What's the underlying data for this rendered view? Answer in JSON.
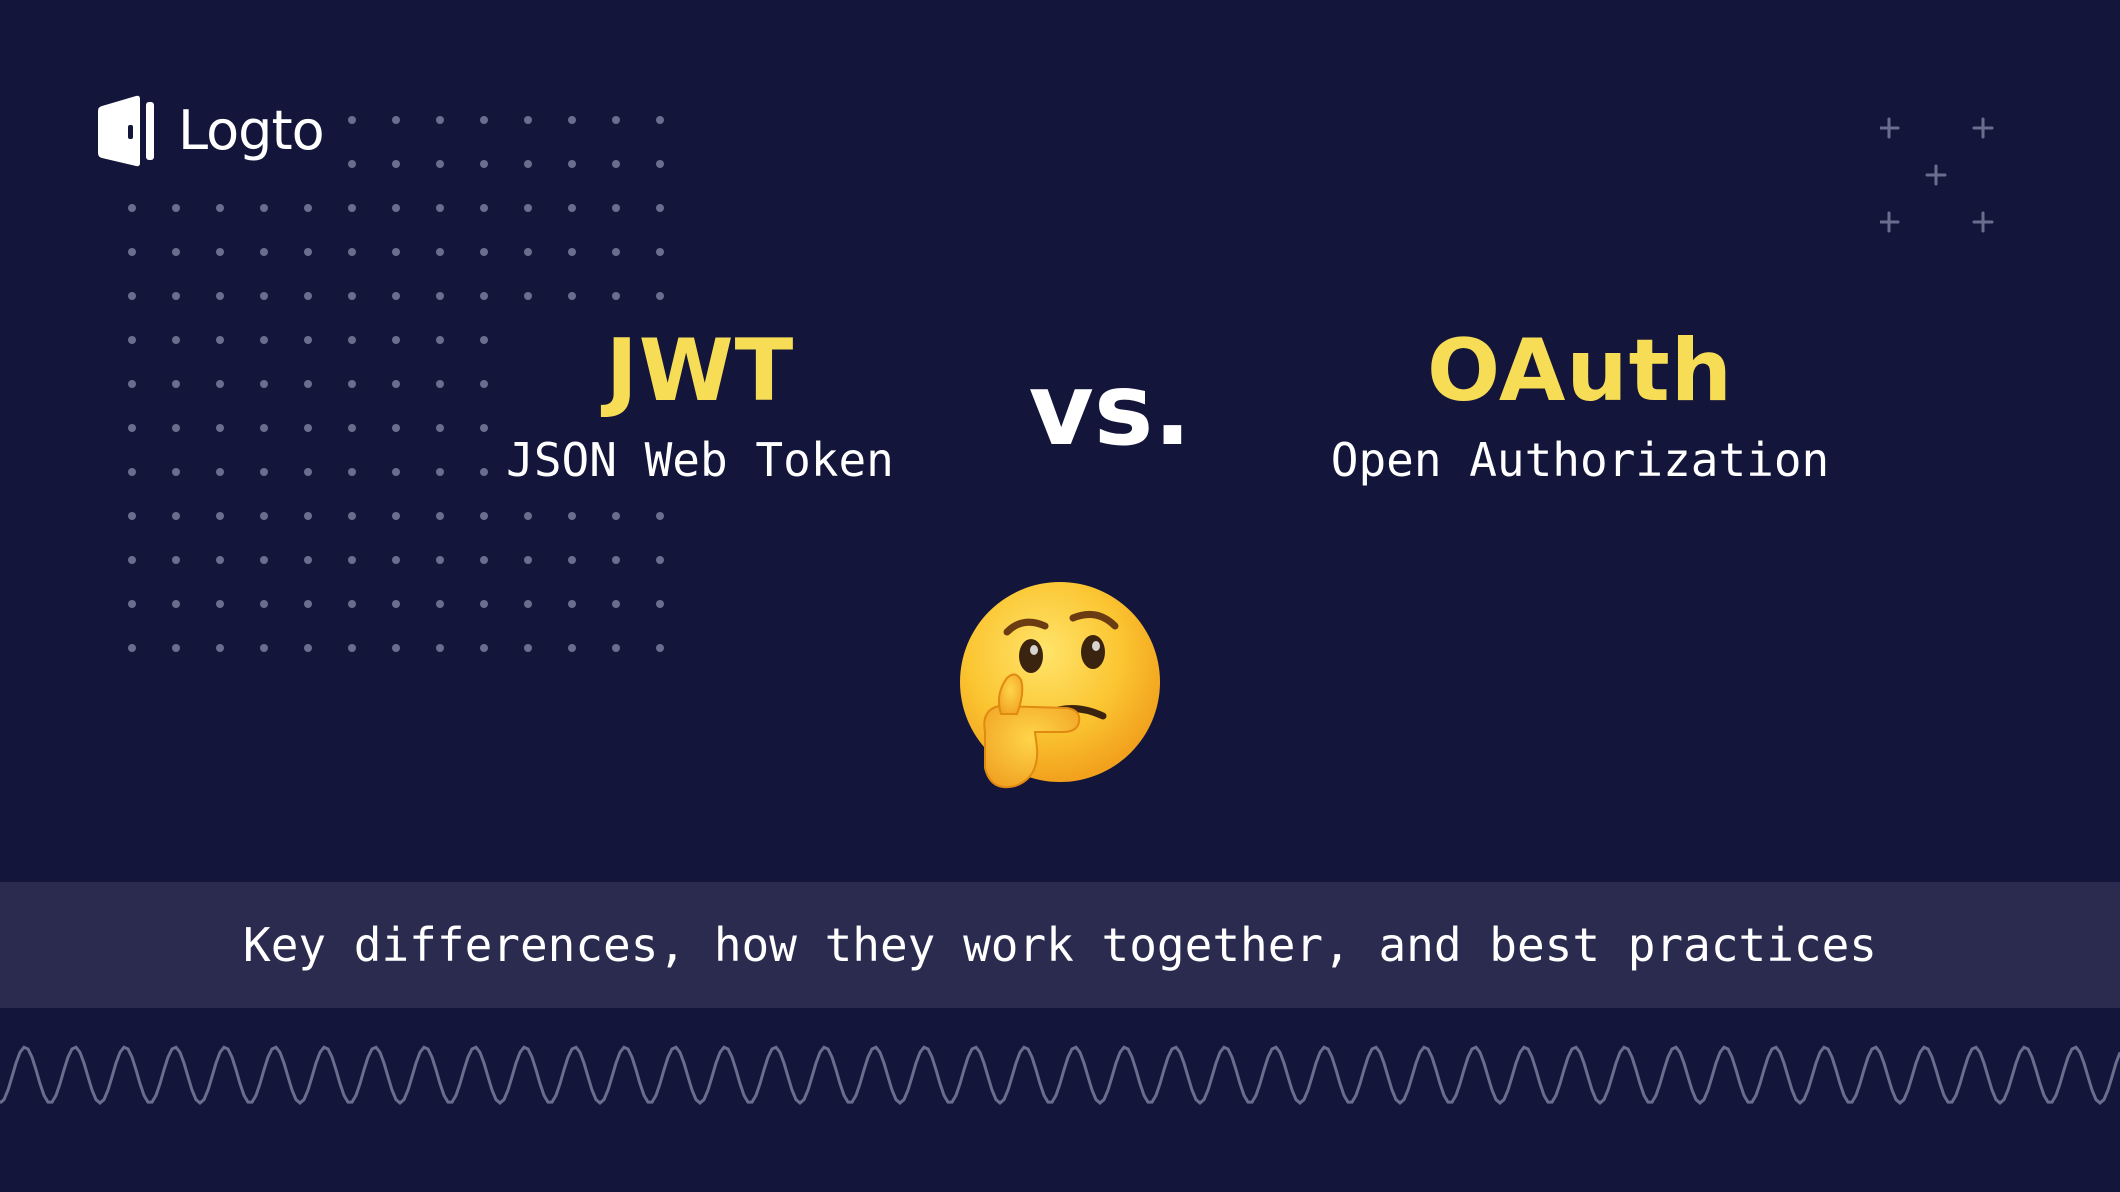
{
  "brand": {
    "name": "Logto",
    "icon": "logto-door-icon"
  },
  "comparison": {
    "left": {
      "name": "JWT",
      "full_name": "JSON Web Token"
    },
    "versus": "vs.",
    "right": {
      "name": "OAuth",
      "full_name": "Open Authorization"
    },
    "icon": "thinking-face-icon"
  },
  "tagline": "Key differences, how they work together, and best practices",
  "colors": {
    "background": "#13163a",
    "accent": "#f7dc56",
    "banner": "#2a2b4f",
    "decoration": "#6b6d8e"
  }
}
